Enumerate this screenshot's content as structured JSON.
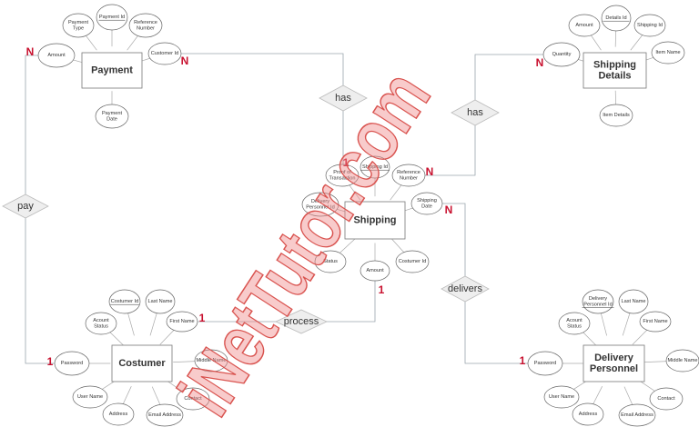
{
  "entities": [
    {
      "id": "payment",
      "label": [
        "Payment"
      ],
      "attributes": [
        [
          "Payment",
          "Type"
        ],
        [
          "Payment Id"
        ],
        [
          "Reference",
          "Number"
        ],
        [
          "Amount"
        ],
        [
          "Customer Id"
        ],
        [
          "Payment",
          "Date"
        ]
      ],
      "key_index": 1
    },
    {
      "id": "shipping",
      "label": [
        "Shipping"
      ],
      "attributes": [
        [
          "Proof of",
          "Transaction"
        ],
        [
          "Shipping Id"
        ],
        [
          "Reference",
          "Number"
        ],
        [
          "Delivery",
          "Personnel Id"
        ],
        [
          "Shipping",
          "Date"
        ],
        [
          "Status"
        ],
        [
          "Amount"
        ],
        [
          "Costumer Id"
        ]
      ],
      "key_index": 1
    },
    {
      "id": "shipping-details",
      "label": [
        "Shipping",
        "Details"
      ],
      "attributes": [
        [
          "Amount"
        ],
        [
          "Details Id"
        ],
        [
          "Shipping Id"
        ],
        [
          "Quantity"
        ],
        [
          "Item Name"
        ],
        [
          "Item Details"
        ]
      ],
      "key_index": 1
    },
    {
      "id": "costumer",
      "label": [
        "Costumer"
      ],
      "attributes": [
        [
          "Costumer Id"
        ],
        [
          "Last Name"
        ],
        [
          "Acount",
          "Status"
        ],
        [
          "First Name"
        ],
        [
          "Password"
        ],
        [
          "Middle Name"
        ],
        [
          "User Name"
        ],
        [
          "Address"
        ],
        [
          "Email Address"
        ],
        [
          "Contact"
        ]
      ],
      "key_index": 0
    },
    {
      "id": "delivery-personnel",
      "label": [
        "Delivery",
        "Personnel"
      ],
      "attributes": [
        [
          "Delivery",
          "Personnel Id"
        ],
        [
          "Last Name"
        ],
        [
          "Acount",
          "Status"
        ],
        [
          "First Name"
        ],
        [
          "Password"
        ],
        [
          "Middle Name"
        ],
        [
          "User Name"
        ],
        [
          "Address"
        ],
        [
          "Email Address"
        ],
        [
          "Contact"
        ]
      ],
      "key_index": 0
    }
  ],
  "relationships": [
    {
      "id": "has-payment",
      "label": "has"
    },
    {
      "id": "has-details",
      "label": "has"
    },
    {
      "id": "pay",
      "label": "pay"
    },
    {
      "id": "delivers",
      "label": "delivers"
    },
    {
      "id": "process",
      "label": "process"
    }
  ],
  "cardinalities": [
    "N",
    "N",
    "1",
    "1",
    "N",
    "N",
    "1",
    "N",
    "1",
    "1",
    "N"
  ],
  "watermark": "iNetTutor.com",
  "colors": {
    "cardinality": "#c8102e",
    "line": "#9aa5ad",
    "watermark": "#d9534f"
  }
}
